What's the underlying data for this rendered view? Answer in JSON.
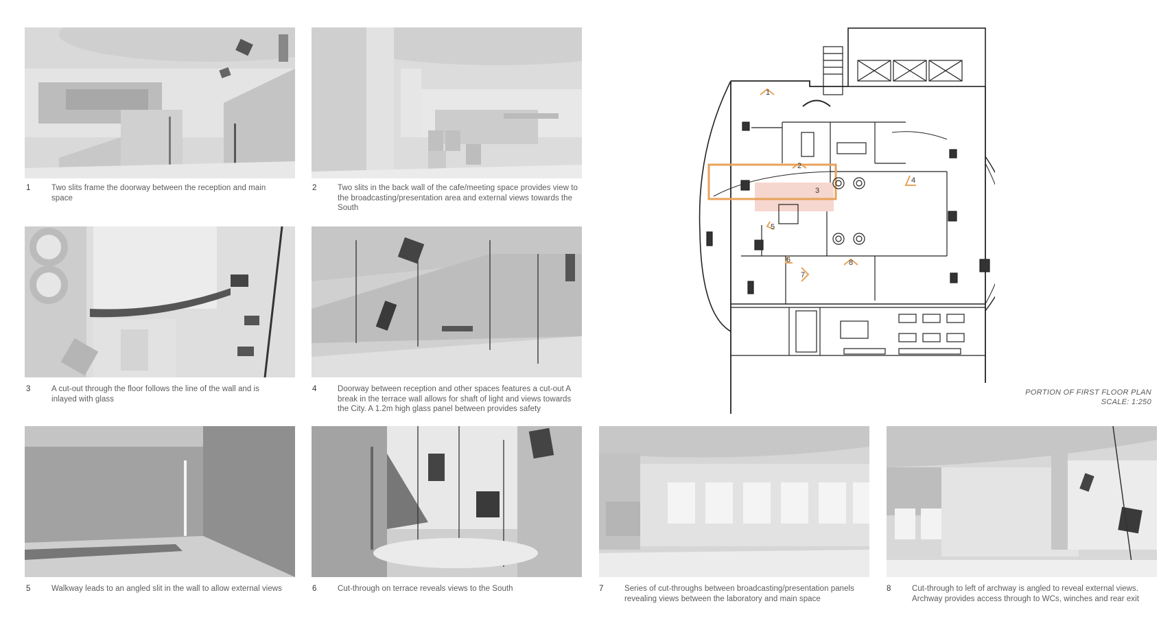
{
  "captions": [
    {
      "num": "1",
      "text": "Two slits frame the doorway between the reception and main space"
    },
    {
      "num": "2",
      "text": "Two slits in the back wall of the cafe/meeting space provides view to the broadcasting/presentation area and external views towards the South"
    },
    {
      "num": "3",
      "text": "A cut-out through the floor follows the line of the wall and is inlayed with glass"
    },
    {
      "num": "4",
      "text": "Doorway between reception and other spaces features a cut-out A break in the terrace wall allows for shaft of light and views towards the City. A 1.2m high glass panel between provides safety"
    },
    {
      "num": "5",
      "text": "Walkway leads to an angled slit in the wall to allow external views"
    },
    {
      "num": "6",
      "text": "Cut-through on terrace reveals views to the South"
    },
    {
      "num": "7",
      "text": "Series of cut-throughs between broadcasting/presentation panels revealing views between the laboratory and main space"
    },
    {
      "num": "8",
      "text": "Cut-through to left of archway is angled to reveal external views. Archway provides access through to WCs, winches and rear exit"
    }
  ],
  "plan": {
    "title": "PORTION OF FIRST FLOOR PLAN",
    "scale": "SCALE: 1:250",
    "markers": [
      "1",
      "2",
      "3",
      "4",
      "5",
      "6",
      "7",
      "8"
    ],
    "highlight_color": "#e8a25a",
    "highlight_fill": "#f6d7cf"
  }
}
